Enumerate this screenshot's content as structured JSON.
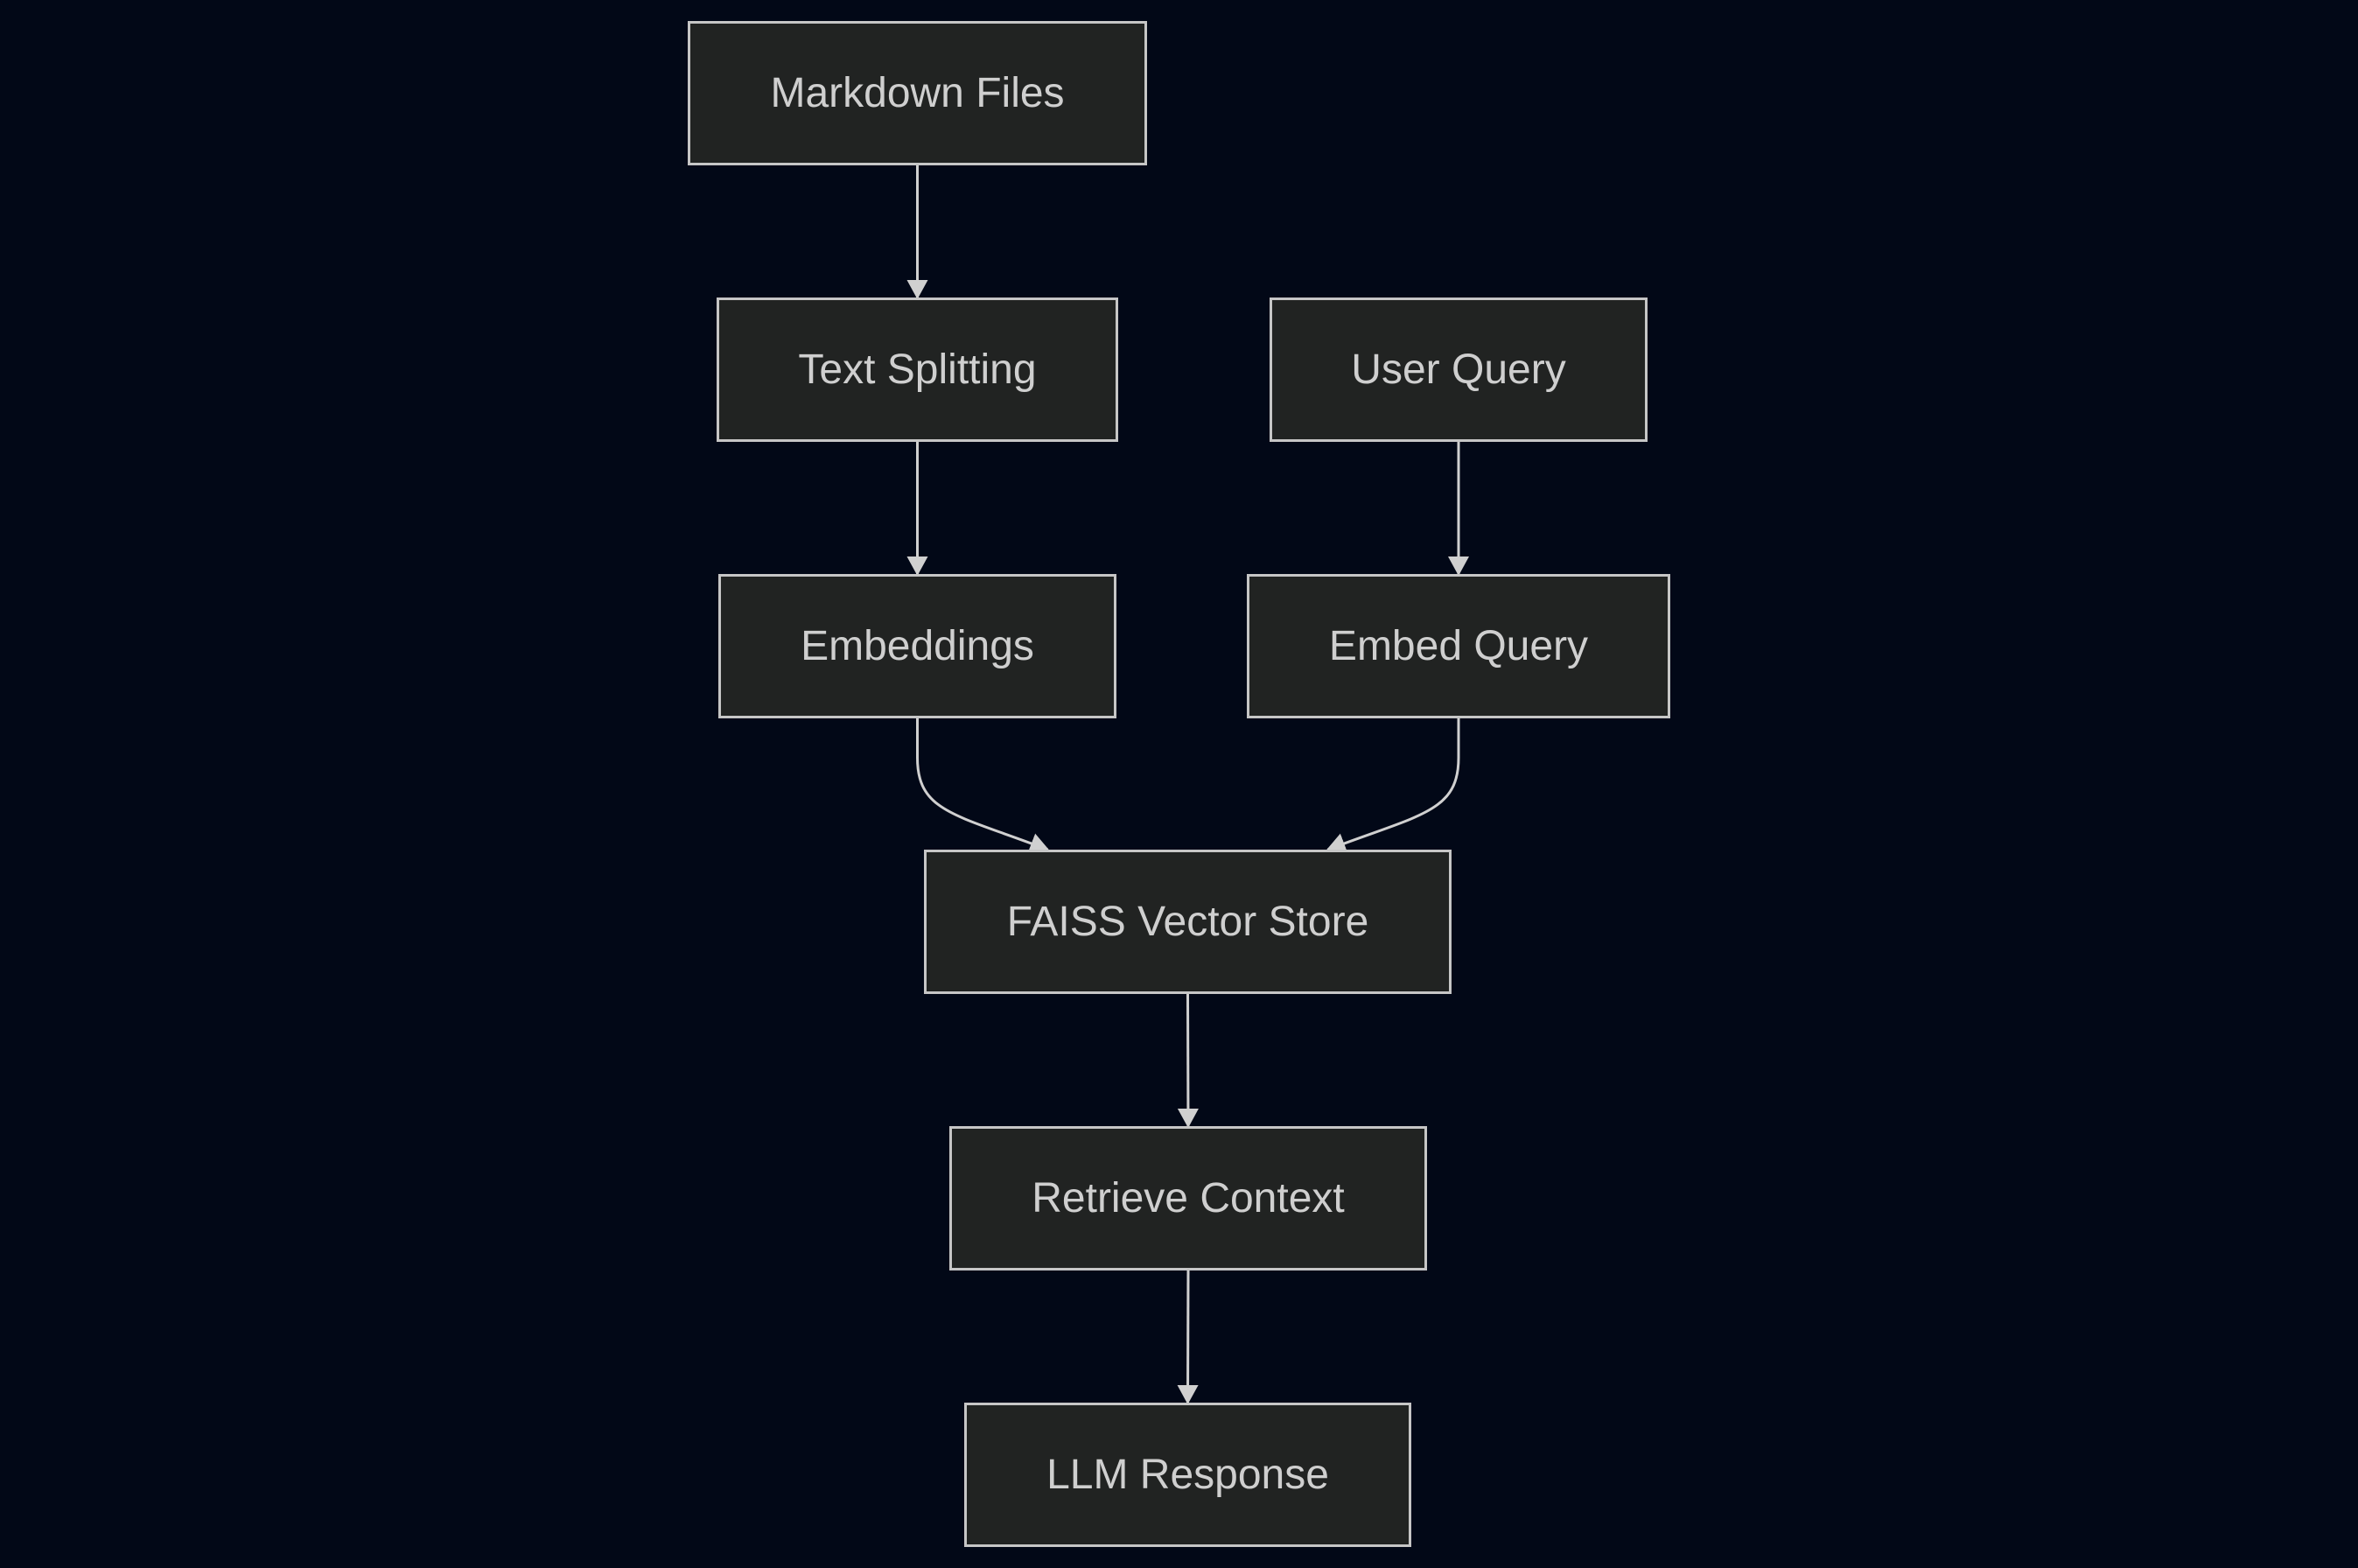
{
  "colors": {
    "background": "#020817",
    "node_fill": "#212322",
    "node_border": "#c6c6c6",
    "edge": "#d0d0d0",
    "text": "#cfcfcf"
  },
  "nodes": {
    "markdown_files": "Markdown Files",
    "text_splitting": "Text Splitting",
    "user_query": "User Query",
    "embeddings": "Embeddings",
    "embed_query": "Embed Query",
    "faiss_vector_store": "FAISS Vector Store",
    "retrieve_context": "Retrieve Context",
    "llm_response": "LLM Response"
  },
  "edges": [
    {
      "from": "markdown_files",
      "to": "text_splitting"
    },
    {
      "from": "text_splitting",
      "to": "embeddings"
    },
    {
      "from": "user_query",
      "to": "embed_query"
    },
    {
      "from": "embeddings",
      "to": "faiss_vector_store"
    },
    {
      "from": "embed_query",
      "to": "faiss_vector_store"
    },
    {
      "from": "faiss_vector_store",
      "to": "retrieve_context"
    },
    {
      "from": "retrieve_context",
      "to": "llm_response"
    }
  ]
}
